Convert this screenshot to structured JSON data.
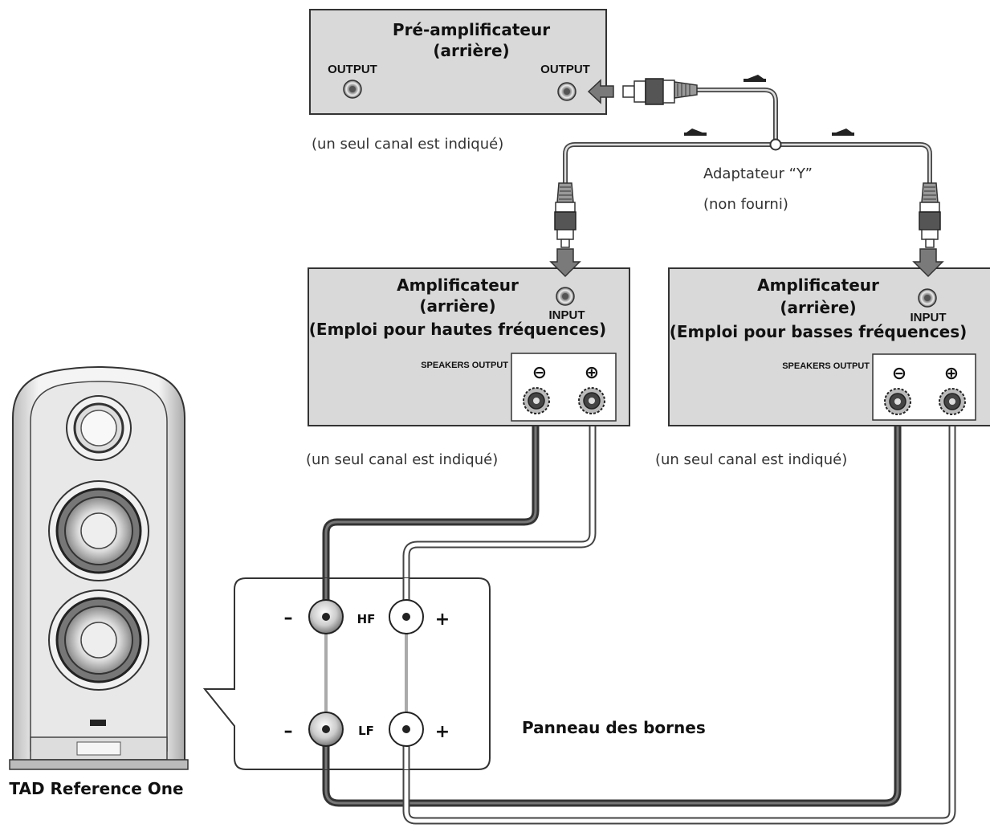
{
  "preamp": {
    "title": "Pré-amplificateur",
    "subtitle": "(arrière)",
    "output_left": "OUTPUT",
    "output_right": "OUTPUT",
    "note": "(un seul canal est indiqué)"
  },
  "y_adapter": {
    "label": "Adaptateur “Y”",
    "note": "(non fourni)"
  },
  "amp_hf": {
    "title": "Amplificateur",
    "subtitle": "(arrière)",
    "usage": "(Emploi pour hautes fréquences)",
    "input": "INPUT",
    "speakers_output": "SPEAKERS OUTPUT",
    "minus": "⊖",
    "plus": "⊕",
    "note": "(un seul canal est indiqué)"
  },
  "amp_lf": {
    "title": "Amplificateur",
    "subtitle": "(arrière)",
    "usage": "(Emploi pour basses fréquences)",
    "input": "INPUT",
    "speakers_output": "SPEAKERS OUTPUT",
    "minus": "⊖",
    "plus": "⊕",
    "note": "(un seul canal est indiqué)"
  },
  "terminal_panel": {
    "label": "Panneau des bornes",
    "hf": "HF",
    "lf": "LF",
    "minus": "–",
    "plus": "+"
  },
  "speaker": {
    "name": "TAD Reference One"
  },
  "icons": [
    "rca-plug-icon",
    "down-arrow-icon",
    "left-arrow-icon",
    "flow-arrow-icon",
    "speaker-icon",
    "binding-post-icon",
    "rca-jack-icon"
  ],
  "colors": {
    "box_fill": "#d9d9d9",
    "outline": "#333333",
    "arrow_gray": "#7a7a7a"
  }
}
